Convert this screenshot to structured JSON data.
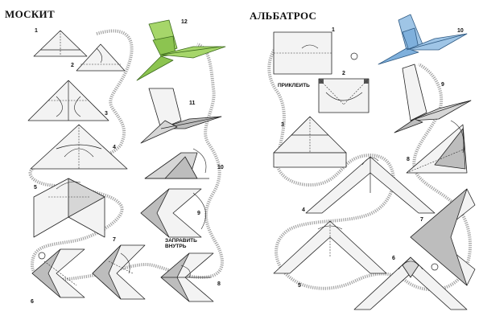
{
  "left_panel": {
    "title": "МОСКИТ",
    "steps": [
      "1",
      "2",
      "3",
      "4",
      "5",
      "6",
      "7",
      "8",
      "9",
      "10",
      "11",
      "12"
    ],
    "note": "ЗАПРАВИТЬ ВНУТРЬ",
    "finished_plane_color": "#a6d66a"
  },
  "right_panel": {
    "title": "АЛЬБАТРОС",
    "steps": [
      "1",
      "2",
      "3",
      "4",
      "5",
      "6",
      "7",
      "8",
      "9",
      "10"
    ],
    "note": "ПРИКЛЕИТЬ",
    "finished_plane_color": "#8fb9de"
  },
  "colors": {
    "paper": "#f2f2f2",
    "shade": "#b9b9b9",
    "line": "#222222",
    "path": "#9a9a9a"
  }
}
